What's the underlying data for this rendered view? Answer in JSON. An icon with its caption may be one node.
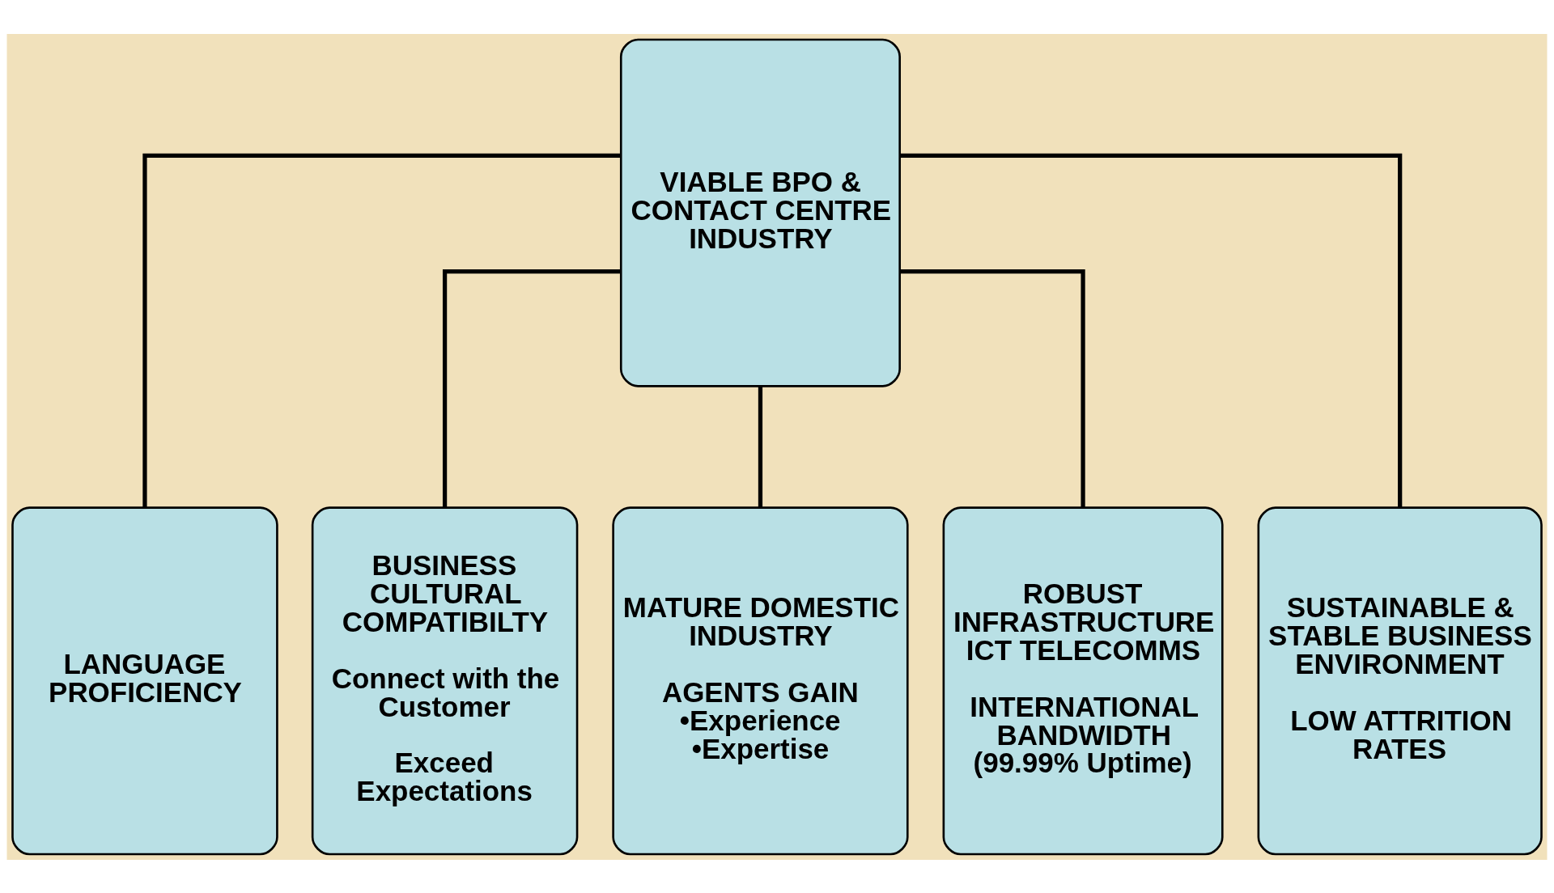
{
  "diagram": {
    "nodes": [
      {
        "text": [
          "VIABLE BPO & CONTACT CENTRE INDUSTRY"
        ]
      },
      {
        "text": [
          "LANGUAGE PROFICIENCY"
        ]
      },
      {
        "text": [
          "BUSINESS CULTURAL COMPATIBILTY",
          "Connect with the Customer",
          "Exceed Expectations"
        ]
      },
      {
        "text": [
          "MATURE DOMESTIC INDUSTRY",
          "AGENTS GAIN •Experience •Expertise"
        ]
      },
      {
        "text": [
          "ROBUST INFRASTRUCTURE ICT TELECOMMS",
          "INTERNATIONAL BANDWIDTH (99.99% Uptime)"
        ]
      },
      {
        "text": [
          "SUSTAINABLE & STABLE BUSINESS ENVIRONMENT",
          "LOW ATTRITION RATES"
        ]
      }
    ],
    "edges": [
      {
        "from": 0,
        "to": 1,
        "arrow": "none"
      },
      {
        "from": 0,
        "to": 2,
        "arrow": "none"
      },
      {
        "from": 0,
        "to": 3,
        "arrow": "none"
      },
      {
        "from": 0,
        "to": 4,
        "arrow": "none"
      },
      {
        "from": 0,
        "to": 5,
        "arrow": "none"
      }
    ]
  }
}
